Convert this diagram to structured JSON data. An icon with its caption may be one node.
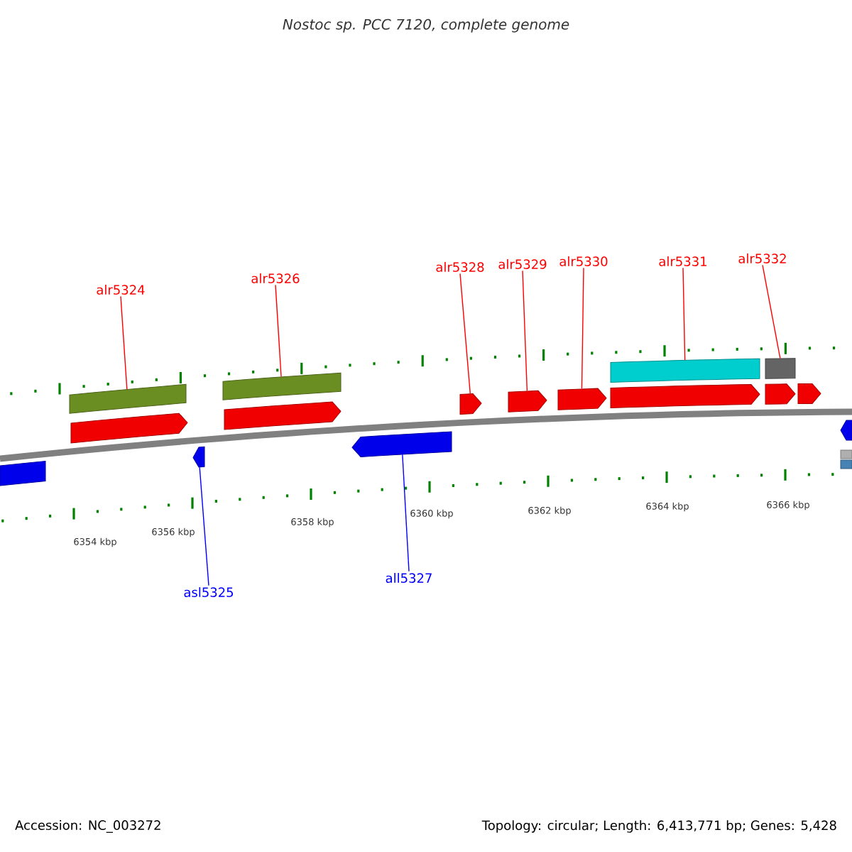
{
  "diagram": {
    "title": "Nostoc sp. PCC 7120, complete genome",
    "nodes": [
      {
        "text": [
          "alr5324"
        ]
      },
      {
        "text": [
          "alr5326"
        ]
      },
      {
        "text": [
          "alr5328"
        ]
      },
      {
        "text": [
          "alr5329"
        ]
      },
      {
        "text": [
          "alr5330"
        ]
      },
      {
        "text": [
          "alr5331"
        ]
      },
      {
        "text": [
          "alr5332"
        ]
      },
      {
        "text": [
          "asl5325"
        ]
      },
      {
        "text": [
          "all5327"
        ]
      },
      {
        "text": [],
        "shape": "bar"
      },
      {
        "text": [],
        "shape": "bar"
      },
      {
        "text": [],
        "shape": "arrow"
      },
      {
        "text": [],
        "shape": "arrow"
      },
      {
        "text": [],
        "shape": "bar"
      },
      {
        "text": [],
        "shape": "arrow"
      },
      {
        "text": [],
        "shape": "arrow"
      },
      {
        "text": [],
        "shape": "arrow"
      },
      {
        "text": [],
        "shape": "arrow"
      },
      {
        "text": [],
        "shape": "arrow"
      },
      {
        "text": [],
        "shape": "bar"
      },
      {
        "text": [],
        "shape": "arrow"
      },
      {
        "text": [],
        "shape": "bar"
      },
      {
        "text": [],
        "shape": "arrow"
      },
      {
        "text": [],
        "shape": "arrow"
      },
      {
        "text": [],
        "shape": "arrow"
      },
      {
        "text": [],
        "shape": "bar"
      },
      {
        "text": [],
        "shape": "bar"
      }
    ],
    "edges": [
      {
        "from": 0,
        "to": 10,
        "arrow": "none",
        "color": "#ff0000"
      },
      {
        "from": 1,
        "to": 13,
        "arrow": "none",
        "color": "#ff0000"
      },
      {
        "from": 2,
        "to": 16,
        "arrow": "none",
        "color": "#ff0000"
      },
      {
        "from": 3,
        "to": 17,
        "arrow": "none",
        "color": "#ff0000"
      },
      {
        "from": 4,
        "to": 18,
        "arrow": "none",
        "color": "#ff0000"
      },
      {
        "from": 5,
        "to": 19,
        "arrow": "none",
        "color": "#ff0000"
      },
      {
        "from": 6,
        "to": 21,
        "arrow": "none",
        "color": "#ff0000"
      },
      {
        "from": 7,
        "to": 12,
        "arrow": "none",
        "color": "#0000ff"
      },
      {
        "from": 8,
        "to": 15,
        "arrow": "none",
        "color": "#0000ff"
      }
    ],
    "labels": [
      "6354 kbp",
      "6356 kbp",
      "6358 kbp",
      "6360 kbp",
      "6362 kbp",
      "6364 kbp",
      "6366 kbp",
      "Accession: NC_003272",
      "Topology: circular; Length: 6,413,771 bp; Genes: 5,428"
    ]
  }
}
